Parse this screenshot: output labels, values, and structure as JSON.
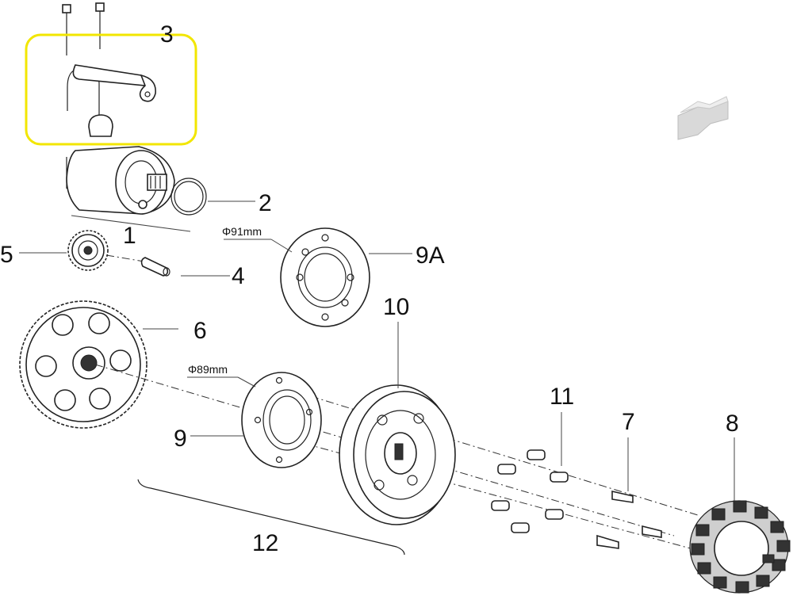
{
  "callouts": {
    "c1": "1",
    "c2": "2",
    "c3": "3",
    "c4": "4",
    "c5": "5",
    "c6": "6",
    "c7": "7",
    "c8": "8",
    "c9": "9",
    "c9a": "9A",
    "c10": "10",
    "c11": "11",
    "c12": "12"
  },
  "dimensions": {
    "d91": "Φ91mm",
    "d89": "Φ89mm"
  },
  "highlight": {
    "color": "#f2e600",
    "target": "3"
  },
  "icons": {
    "orientation": "direction-arrow-icon"
  }
}
